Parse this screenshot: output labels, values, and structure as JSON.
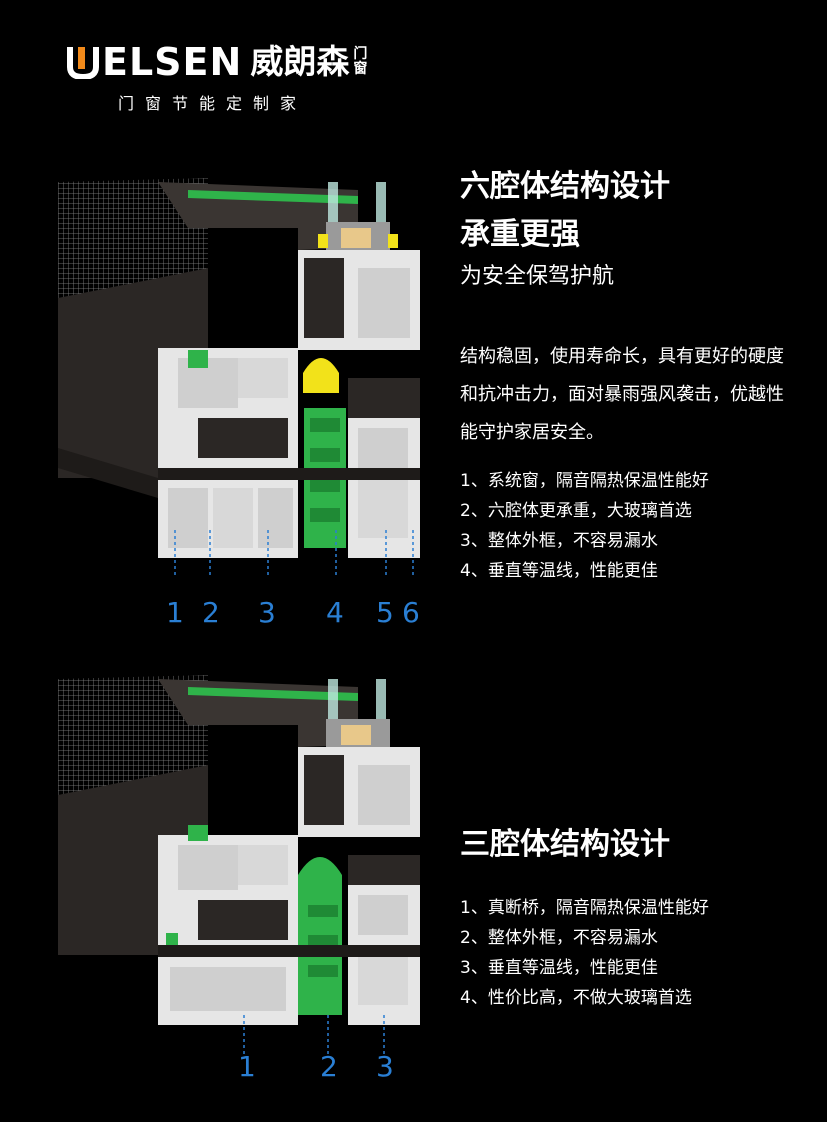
{
  "brand": {
    "wordmark_rest": "ELSEN",
    "name_cn": "威朗森",
    "name_cn_small": [
      "门",
      "窗"
    ],
    "slogan": "门窗节能定制家"
  },
  "section1": {
    "title_line1": "六腔体结构设计",
    "title_line2": "承重更强",
    "subtitle": "为安全保驾护航",
    "paragraph": "结构稳固，使用寿命长，具有更好的硬度和抗冲击力，面对暴雨强风袭击，优越性能守护家居安全。",
    "features": [
      "1、系统窗，隔音隔热保温性能好",
      "2、六腔体更承重，大玻璃首选",
      "3、整体外框，不容易漏水",
      "4、垂直等温线，性能更佳"
    ],
    "chamber_labels": [
      "1",
      "2",
      "3",
      "4",
      "5",
      "6"
    ]
  },
  "section2": {
    "title": "三腔体结构设计",
    "features": [
      "1、真断桥，隔音隔热保温性能好",
      "2、整体外框，不容易漏水",
      "3、垂直等温线，性能更佳",
      "4、性价比高，不做大玻璃首选"
    ],
    "chamber_labels": [
      "1",
      "2",
      "3"
    ]
  },
  "colors": {
    "background": "#000000",
    "profile_dark": "#2b2725",
    "profile_light": "#e6e6e6",
    "gasket_green": "#2fb34a",
    "accent_yellow": "#f2e21a",
    "callout_blue": "#2a7fd4"
  }
}
